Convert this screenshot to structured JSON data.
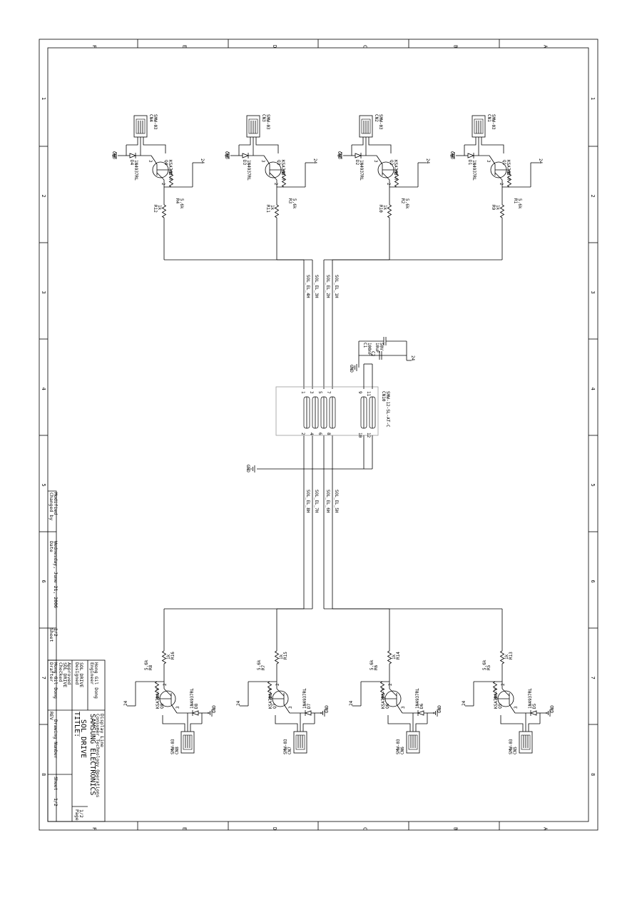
{
  "border": {
    "columns": [
      "F",
      "E",
      "D",
      "C",
      "B",
      "A"
    ],
    "rows": [
      "1",
      "2",
      "3",
      "4",
      "5",
      "6",
      "7",
      "8"
    ]
  },
  "common": {
    "gnd": "GND",
    "vcc": "24",
    "resistor_1k": "1k",
    "resistor_56k": "5.6k",
    "transistor_type": "KSA708-Y",
    "diode_type": "1N4937RL",
    "connector_type": "SMW-03"
  },
  "top_channels": [
    {
      "q": "Q4",
      "r_base": "R12",
      "r_bias": "R4",
      "d": "D4",
      "cn": "CN4"
    },
    {
      "q": "Q3",
      "r_base": "R11",
      "r_bias": "R3",
      "d": "D3",
      "cn": "CN3"
    },
    {
      "q": "Q2",
      "r_base": "R10",
      "r_bias": "R2",
      "d": "D2",
      "cn": "CN2"
    },
    {
      "q": "Q1",
      "r_base": "R9",
      "r_bias": "R1",
      "d": "D1",
      "cn": "CN1"
    }
  ],
  "bottom_channels": [
    {
      "q": "Q8",
      "r_base": "R16",
      "r_bias": "R8",
      "d": "D8",
      "cn": "CN8"
    },
    {
      "q": "Q7",
      "r_base": "R15",
      "r_bias": "R7",
      "d": "D7",
      "cn": "CN7"
    },
    {
      "q": "Q6",
      "r_base": "R14",
      "r_bias": "R6",
      "d": "D6",
      "cn": "CN6"
    },
    {
      "q": "Q5",
      "r_base": "R13",
      "r_bias": "R5",
      "d": "D5",
      "cn": "CN5"
    }
  ],
  "nets": {
    "top": [
      "SOL_EL_4H",
      "SOL_EL_3H",
      "SOL_EL_2H",
      "SOL_EL_1H"
    ],
    "bottom": [
      "SOL_EL_8H",
      "SOL_EL_7H",
      "SOL_EL_6H",
      "SOL_EL_5H"
    ]
  },
  "main_connector": {
    "ref": "CN10",
    "part": "SMW-12-SL-AT-C",
    "pins_top": [
      "1",
      "3",
      "5",
      "7",
      "9",
      "11"
    ],
    "pins_bottom": [
      "2",
      "4",
      "6",
      "8",
      "10",
      "12"
    ]
  },
  "capacitors": {
    "c1_ref": "C1",
    "c1_val": "100nF",
    "c2_ref": "C2",
    "c2_val": "10uF",
    "c2_volt": "50V"
  },
  "title_block": {
    "company": "SAMSUNG ELECTRONICS",
    "company_sub1": "Consumer Technology Operations",
    "company_sub2": "Display Line",
    "title_label": "TITLE:",
    "title_value": "SOL_DRIVE",
    "rev_label": "REV",
    "drawing_number_label": "Drawing Number",
    "sheet_label": "Sheet",
    "sheet_value": "1/2",
    "engineer_label": "Engineer",
    "engineer_value": "Hong Gil Dong",
    "drafter_label": "Drafter",
    "checked_label": "Checked",
    "designed_label": "Designed",
    "designed_value": "SOL_DRIVE",
    "approved_label": "Approved",
    "date_label": "Date",
    "date_value": "Wednesday, June 21, 2006",
    "changed_by_label": "Changed by",
    "modified_label": "Modified",
    "page_label": "Page",
    "page_value": "1/2"
  }
}
